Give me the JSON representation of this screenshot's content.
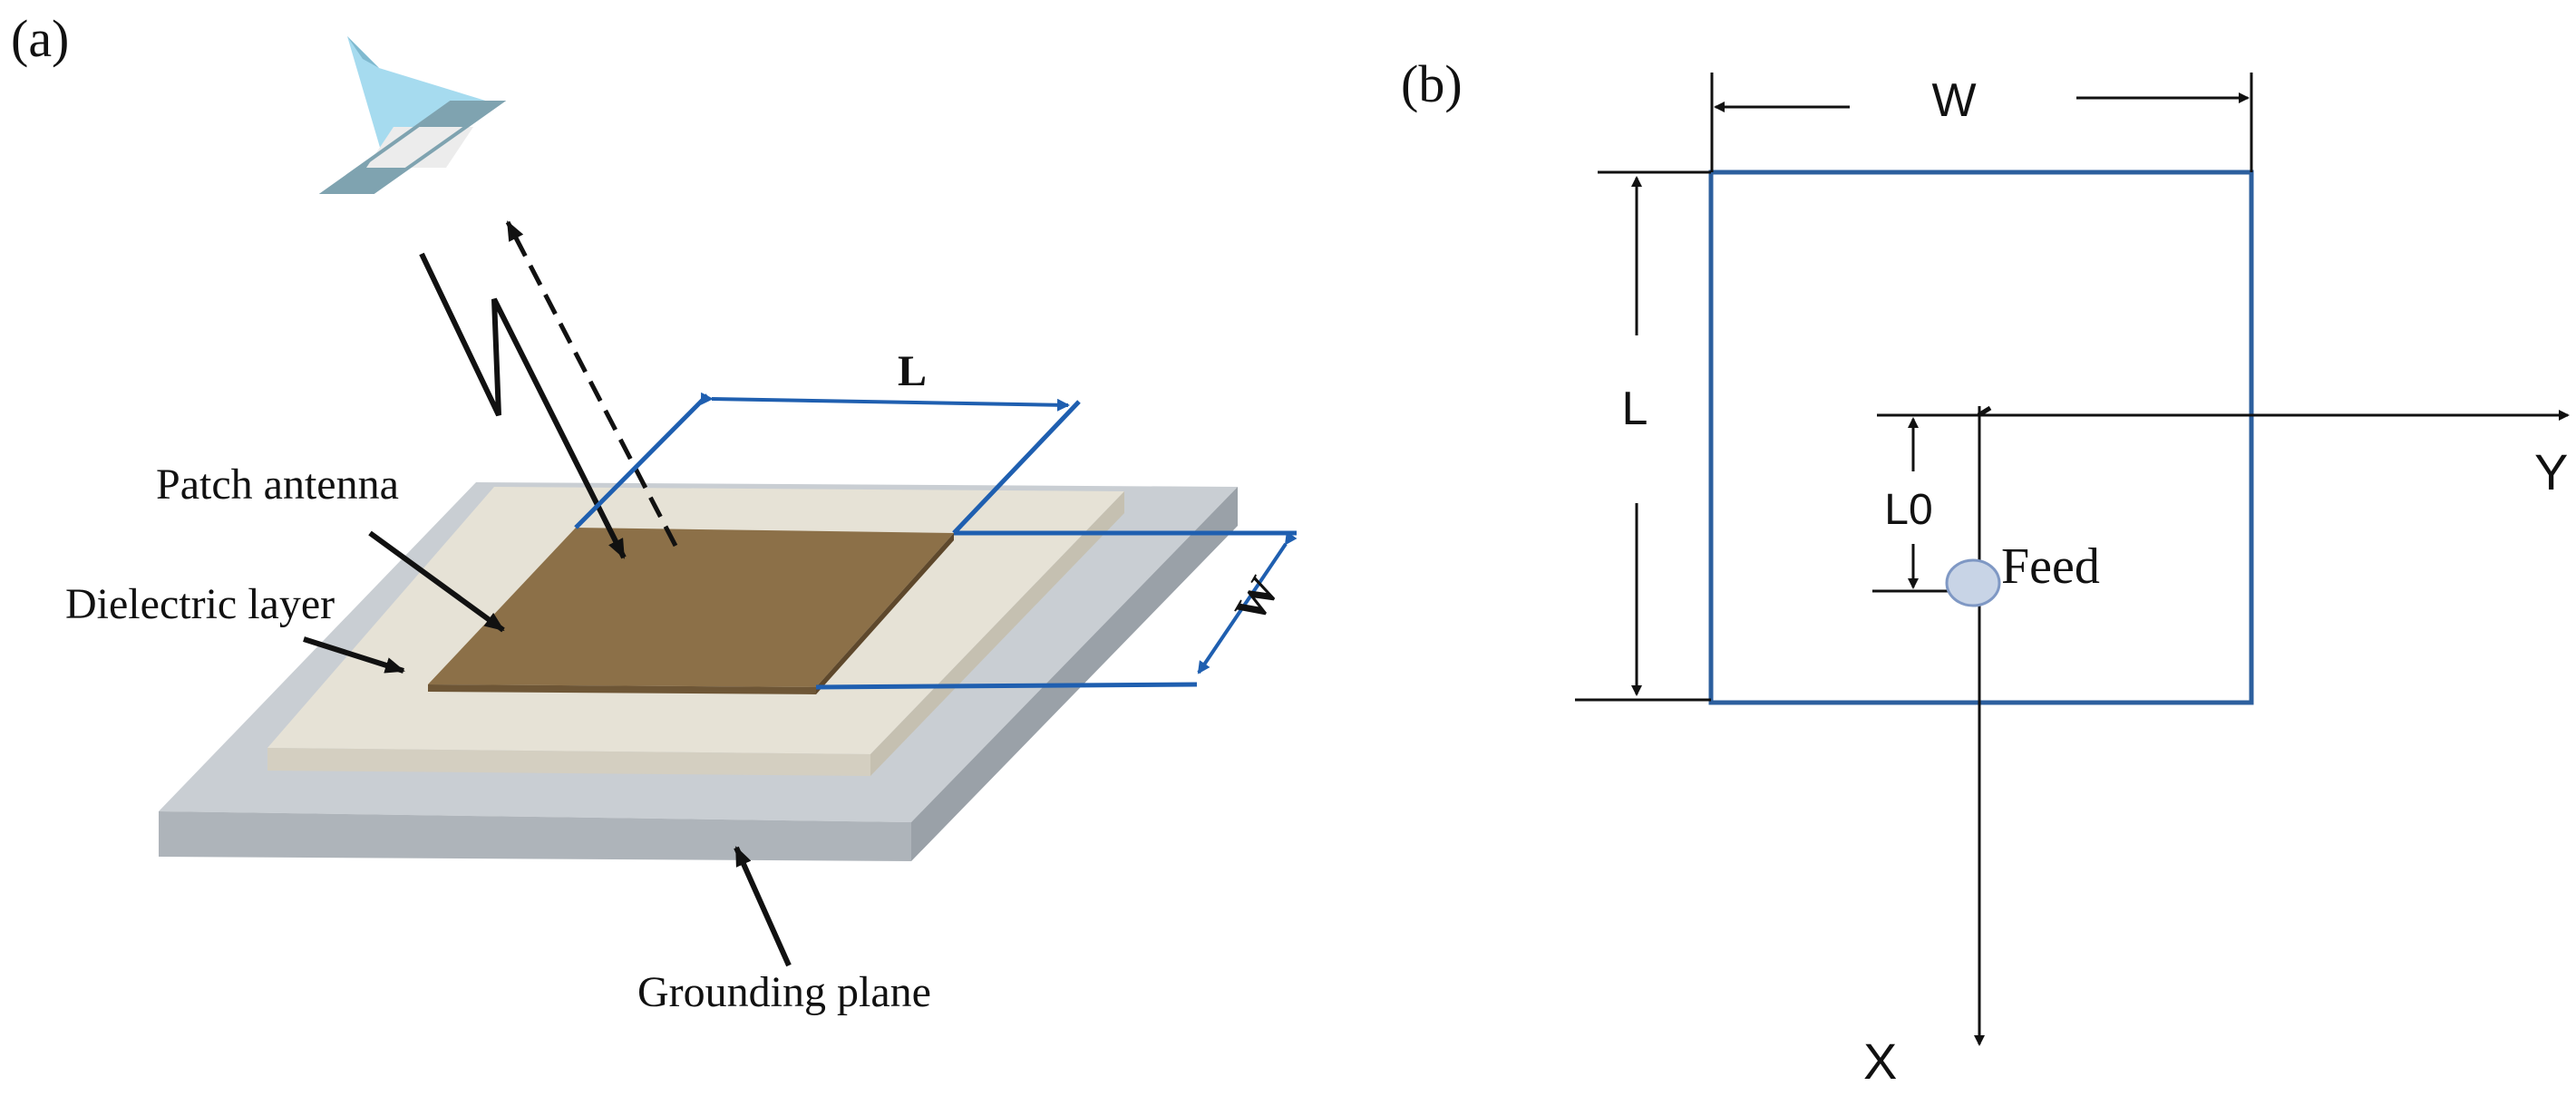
{
  "panel_a": {
    "label": "(a)",
    "dim_length": "L",
    "dim_width": "W",
    "labels": {
      "patch": "Patch antenna",
      "dielectric": "Dielectric layer",
      "ground": "Grounding plane"
    }
  },
  "panel_b": {
    "label": "(b)",
    "dim_width": "W",
    "dim_length": "L",
    "dim_offset": "L0",
    "feed": "Feed",
    "axis_y": "Y",
    "axis_x": "X"
  },
  "colors": {
    "patch": "#8c7048",
    "dielectric": "#e6e2d6",
    "ground": "#c9ced3",
    "dimension": "#1f5fb0",
    "horn": "#a6dbef",
    "outline": "#2c5f9e"
  }
}
